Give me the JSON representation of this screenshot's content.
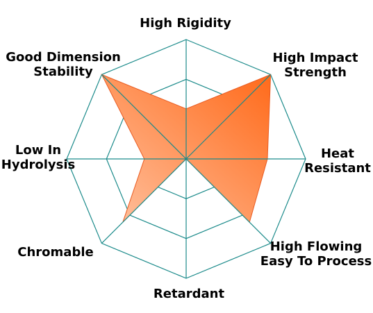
{
  "chart_data": {
    "type": "radar",
    "title": "",
    "axes": [
      {
        "name": "High Rigidity",
        "label_lines": [
          "High Rigidity"
        ],
        "value": 0.42
      },
      {
        "name": "High Impact Strength",
        "label_lines": [
          "High Impact",
          "Strength"
        ],
        "value": 1.0
      },
      {
        "name": "Heat Resistant",
        "label_lines": [
          "Heat",
          "Resistant"
        ],
        "value": 0.68
      },
      {
        "name": "High Flowing Easy To Process",
        "label_lines": [
          "High Flowing",
          "Easy To Process"
        ],
        "value": 0.75
      },
      {
        "name": "Retardant",
        "label_lines": [
          "Retardant"
        ],
        "value": 0.0
      },
      {
        "name": "Chromable",
        "label_lines": [
          "Chromable"
        ],
        "value": 0.75
      },
      {
        "name": "Low In Hydrolysis",
        "label_lines": [
          "Low In",
          "Hydrolysis"
        ],
        "value": 0.35
      },
      {
        "name": "Good Dimension Stability",
        "label_lines": [
          "Good Dimension",
          "Stability"
        ],
        "value": 1.0
      }
    ],
    "range": [
      0,
      1
    ],
    "rings": 3,
    "grid": true,
    "colors": {
      "grid": "#1a8a8a",
      "fill_light": "#ffc2a0",
      "fill_dark": "#ff6a1a",
      "outline": "#e85a20"
    }
  }
}
